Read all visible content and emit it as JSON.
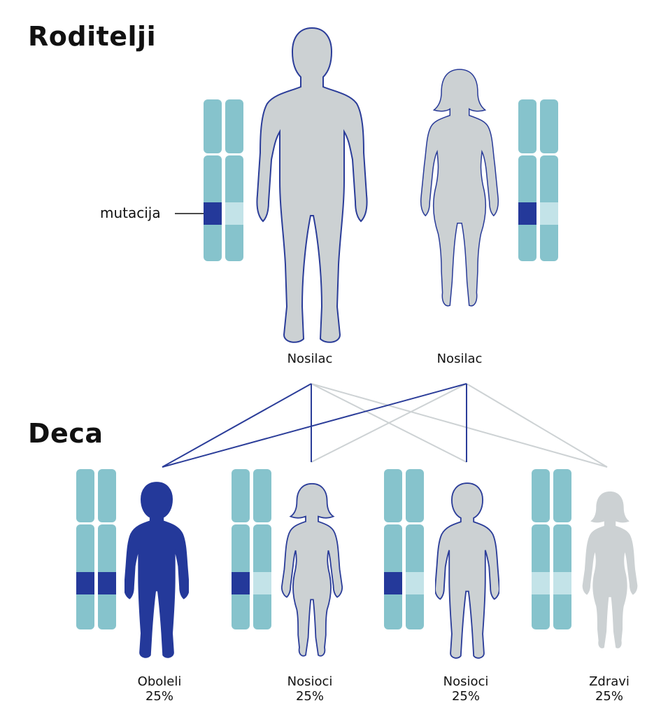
{
  "headings": {
    "parents": "Roditelji",
    "children": "Deca"
  },
  "mutation_label": "mutacija",
  "parents": [
    {
      "label": "Nosilac",
      "figure": "man"
    },
    {
      "label": "Nosilac",
      "figure": "woman"
    }
  ],
  "children": [
    {
      "label": "Oboleli",
      "percent": "25%",
      "figure": "affected"
    },
    {
      "label": "Nosioci",
      "percent": "25%",
      "figure": "carrier-girl"
    },
    {
      "label": "Nosioci",
      "percent": "25%",
      "figure": "carrier-boy"
    },
    {
      "label": "Zdravi",
      "percent": "25%",
      "figure": "healthy"
    }
  ],
  "colors": {
    "chromosome": "#86c3cc",
    "mutation_band": "#24399a",
    "healthy_band": "#c3e3e8",
    "figure_fill": "#ccd1d3",
    "figure_outline": "#2b3d99",
    "affected_fill": "#24399a",
    "line_mutant": "#2b3d99",
    "line_healthy": "#cdd2d4"
  }
}
